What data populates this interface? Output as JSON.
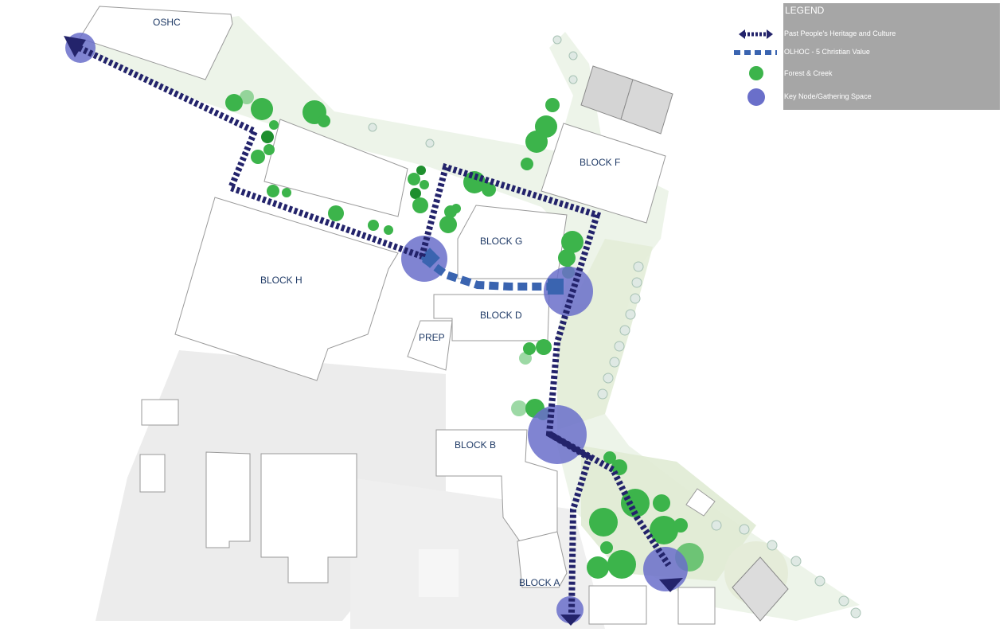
{
  "map": {
    "blocks": {
      "oshc": "OSHC",
      "block_f": "BLOCK F",
      "block_g": "BLOCK G",
      "block_h": "BLOCK H",
      "block_d": "BLOCK D",
      "prep": "PREP",
      "block_b": "BLOCK B",
      "block_a": "BLOCK A"
    }
  },
  "legend": {
    "title": "LEGEND",
    "items": [
      {
        "label": "Past People's Heritage and Culture",
        "symbol": "dotted-double-arrow",
        "color": "#23236b"
      },
      {
        "label": "OLHOC - 5 Christian Value",
        "symbol": "dashed-line",
        "color": "#3a64b0"
      },
      {
        "label": "Forest & Creek",
        "symbol": "green-circle",
        "color": "#3cb44b"
      },
      {
        "label": "Key Node/Gathering Space",
        "symbol": "blue-circle",
        "color": "#6a6fca"
      }
    ]
  },
  "colors": {
    "heritage_path": "#23236b",
    "christian_path": "#3a64b0",
    "forest": "#3cb44b",
    "node": "#6a6fca",
    "legend_bg": "#a6a6a6"
  }
}
